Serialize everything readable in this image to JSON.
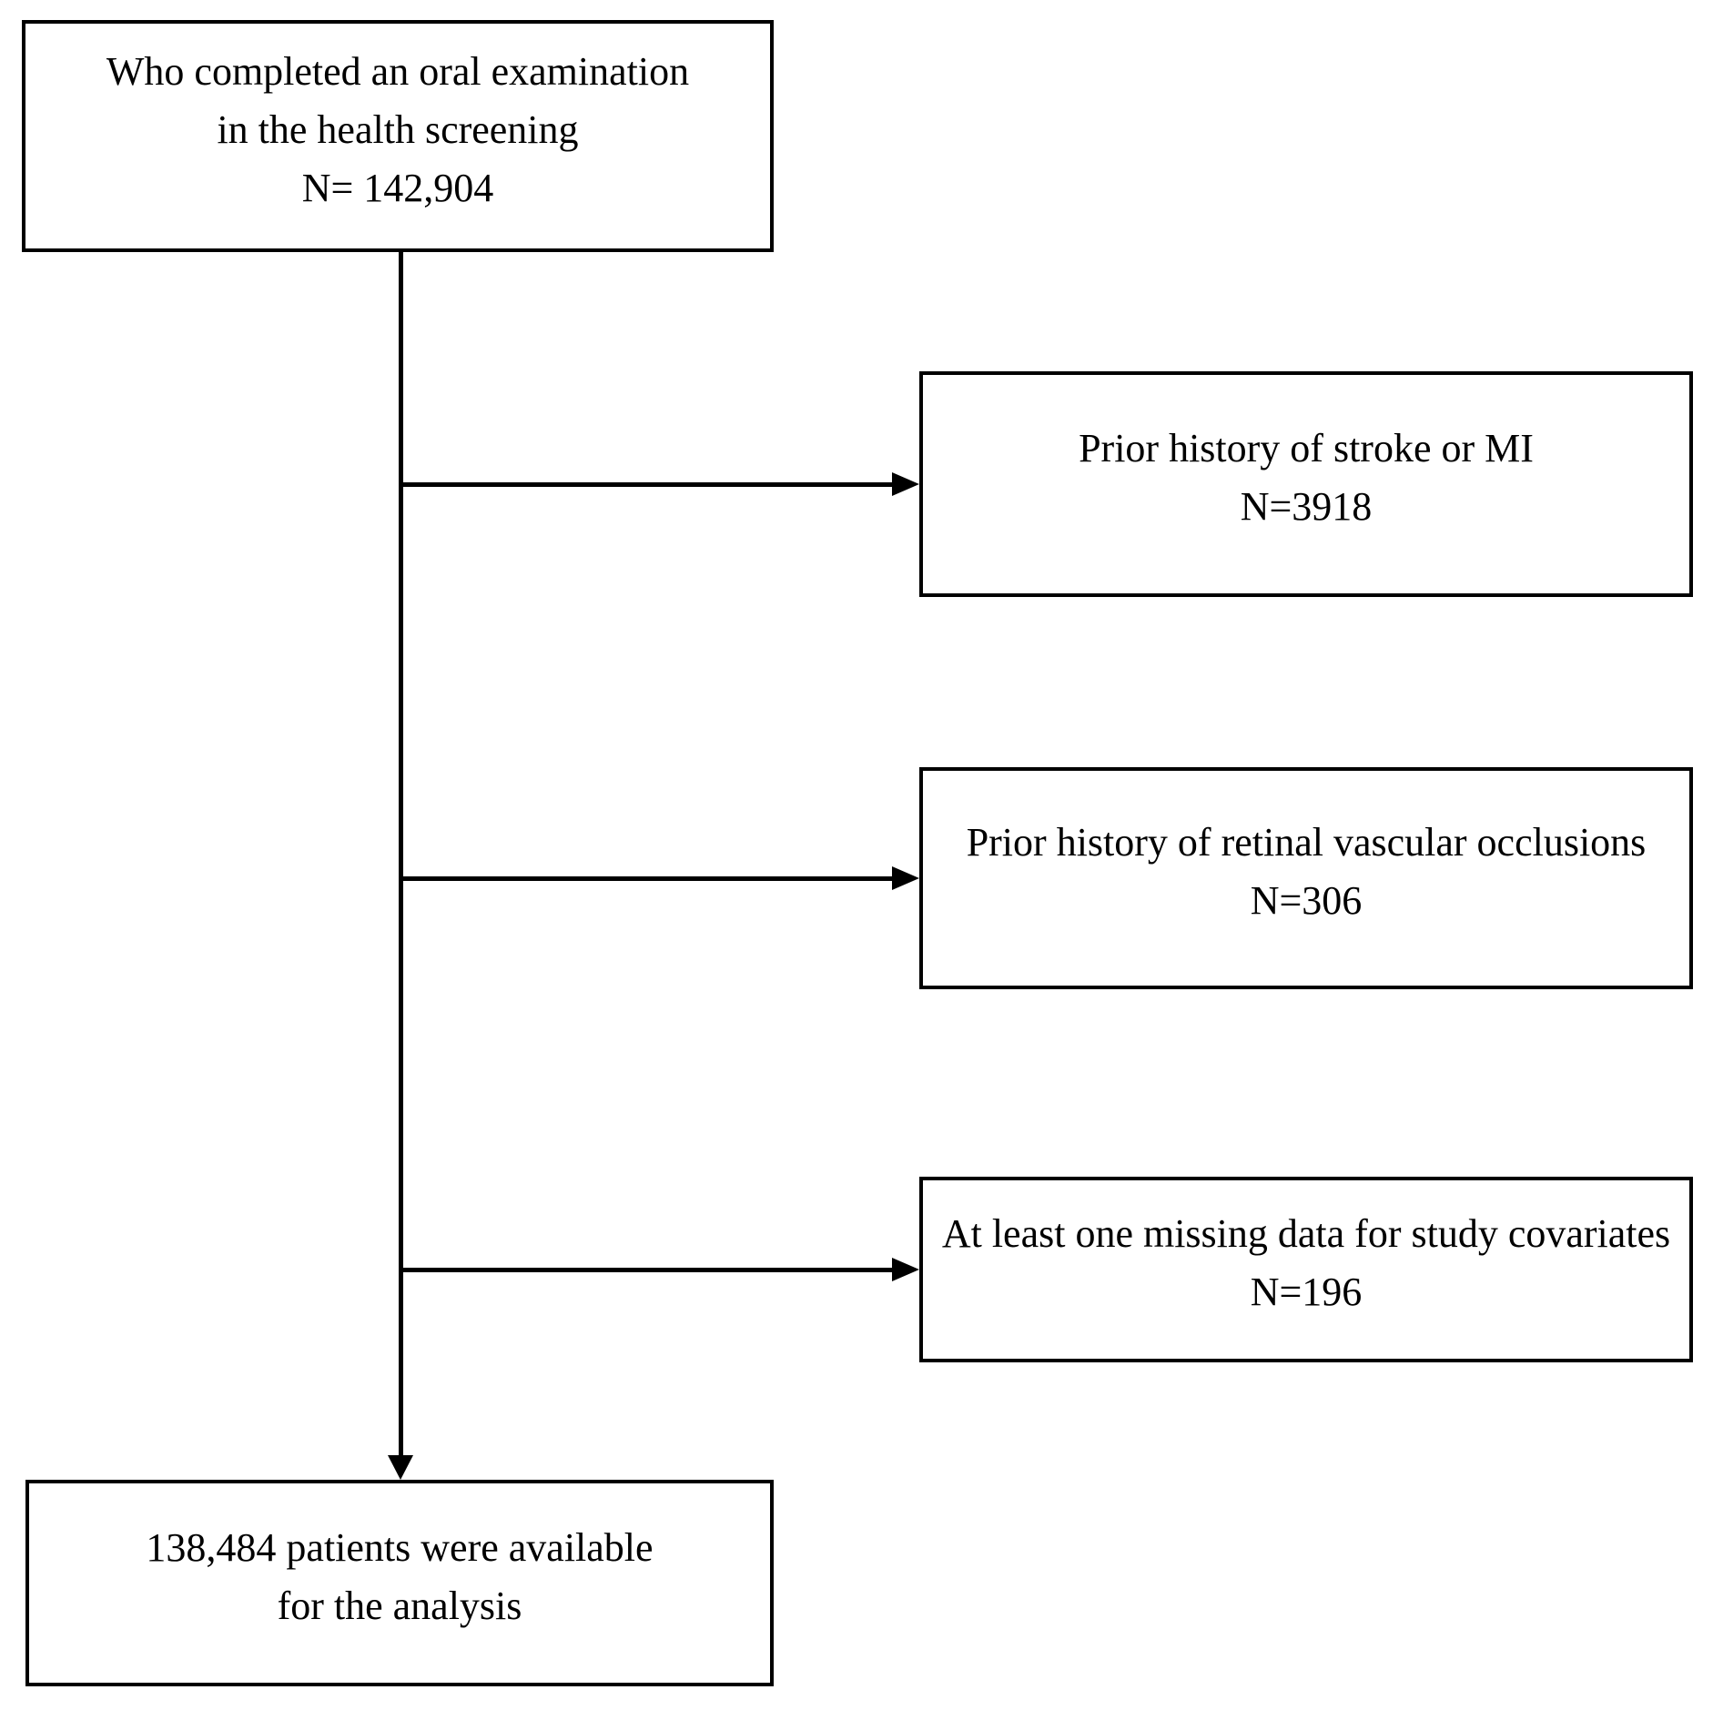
{
  "diagram": {
    "type": "study-flowchart",
    "top_box": {
      "lines": [
        "Who completed an oral examination",
        "in the health screening",
        "N= 142,904"
      ]
    },
    "exclusion_boxes": [
      {
        "lines": [
          "Prior history of stroke or MI",
          "N=3918"
        ]
      },
      {
        "lines": [
          "Prior history of retinal vascular occlusions",
          "N=306"
        ]
      },
      {
        "lines": [
          "At least one missing data for study covariates",
          "N=196"
        ]
      }
    ],
    "bottom_box": {
      "lines": [
        "138,484 patients were available",
        "for the analysis"
      ]
    },
    "colors": {
      "line": "#000000",
      "text": "#000000",
      "background": "#ffffff"
    }
  }
}
